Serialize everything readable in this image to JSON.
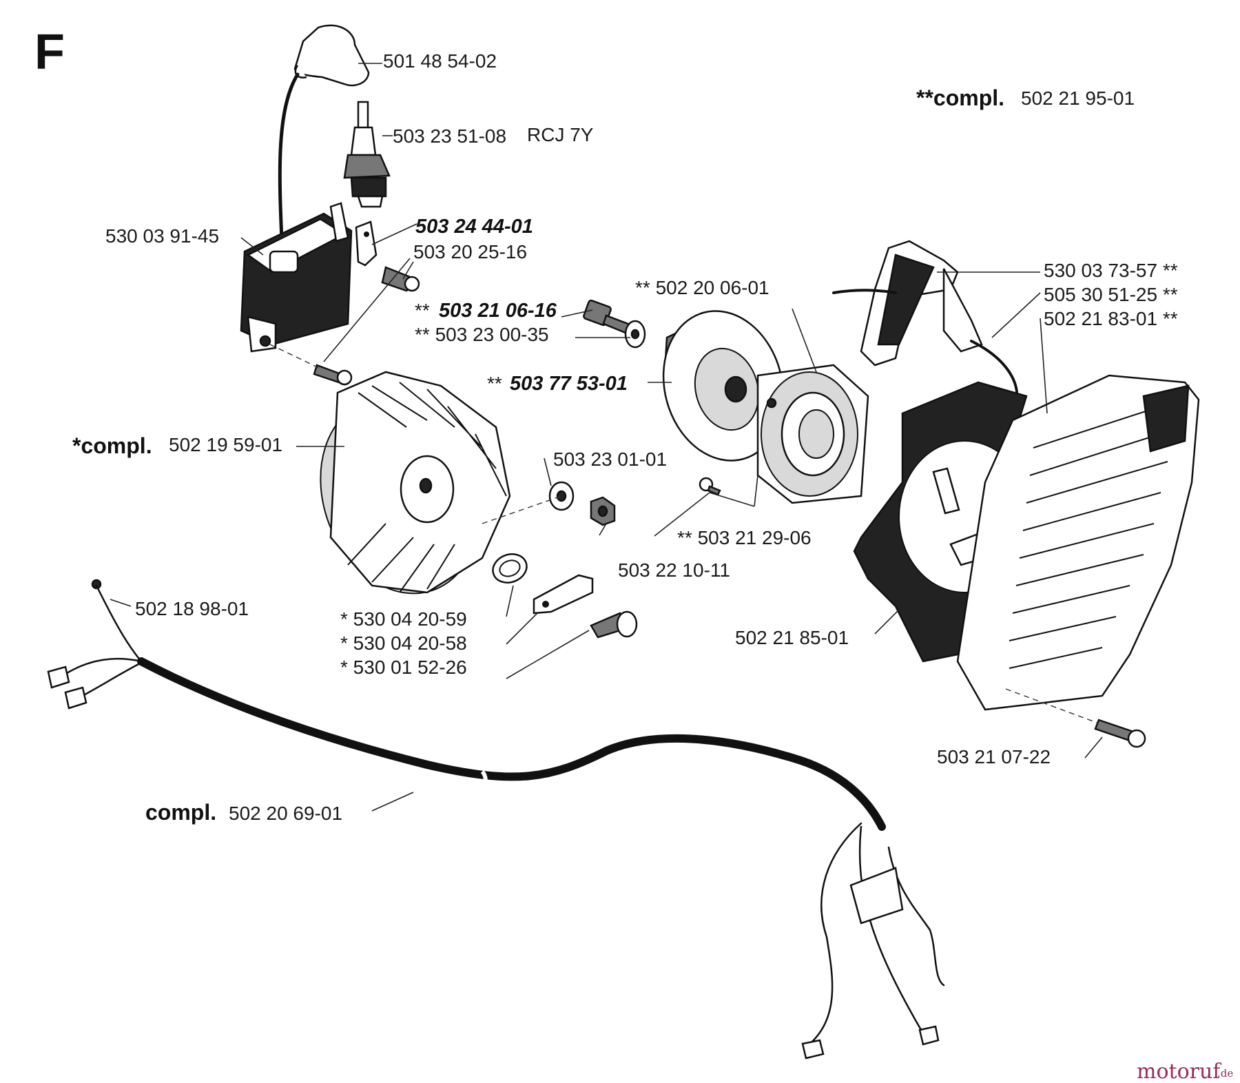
{
  "section_letter": "F",
  "brand": {
    "name": "motoruf",
    "tld": ".de"
  },
  "labels": {
    "spark_cap": "501 48 54-02",
    "spark_plug": "503 23 51-08",
    "spark_plug_type": "RCJ 7Y",
    "ignition_module": "530 03 91-45",
    "terminal": "503 24 44-01",
    "module_screw": "503 20 25-16",
    "pulley_screw_prefix": "**",
    "pulley_screw": "503 21 06-16",
    "washer": "** 503 23 00-35",
    "pulley_prefix": "**",
    "pulley": "503 77 53-01",
    "rewind_spring": "** 502 20 06-01",
    "flywheel_compl_label": "*compl.",
    "flywheel": "502 19 59-01",
    "flywheel_washer": "503 23 01-01",
    "spring_screw": "** 503 21 29-06",
    "flywheel_nut": "503 22 10-11",
    "pawl_spring": "* 530 04 20-59",
    "pawl": "* 530 04 20-58",
    "pawl_pin": "* 530 01 52-26",
    "ground_wire": "502 18 98-01",
    "harness_compl_label": "compl.",
    "harness": "502 20 69-01",
    "starter_compl_label": "**compl.",
    "starter": "502 21 95-01",
    "handle": "530 03 73-57 **",
    "cord": "505 30 51-25 **",
    "starter_housing": "502 21 83-01 **",
    "fan_housing": "502 21 85-01",
    "housing_screw": "503 21 07-22"
  }
}
